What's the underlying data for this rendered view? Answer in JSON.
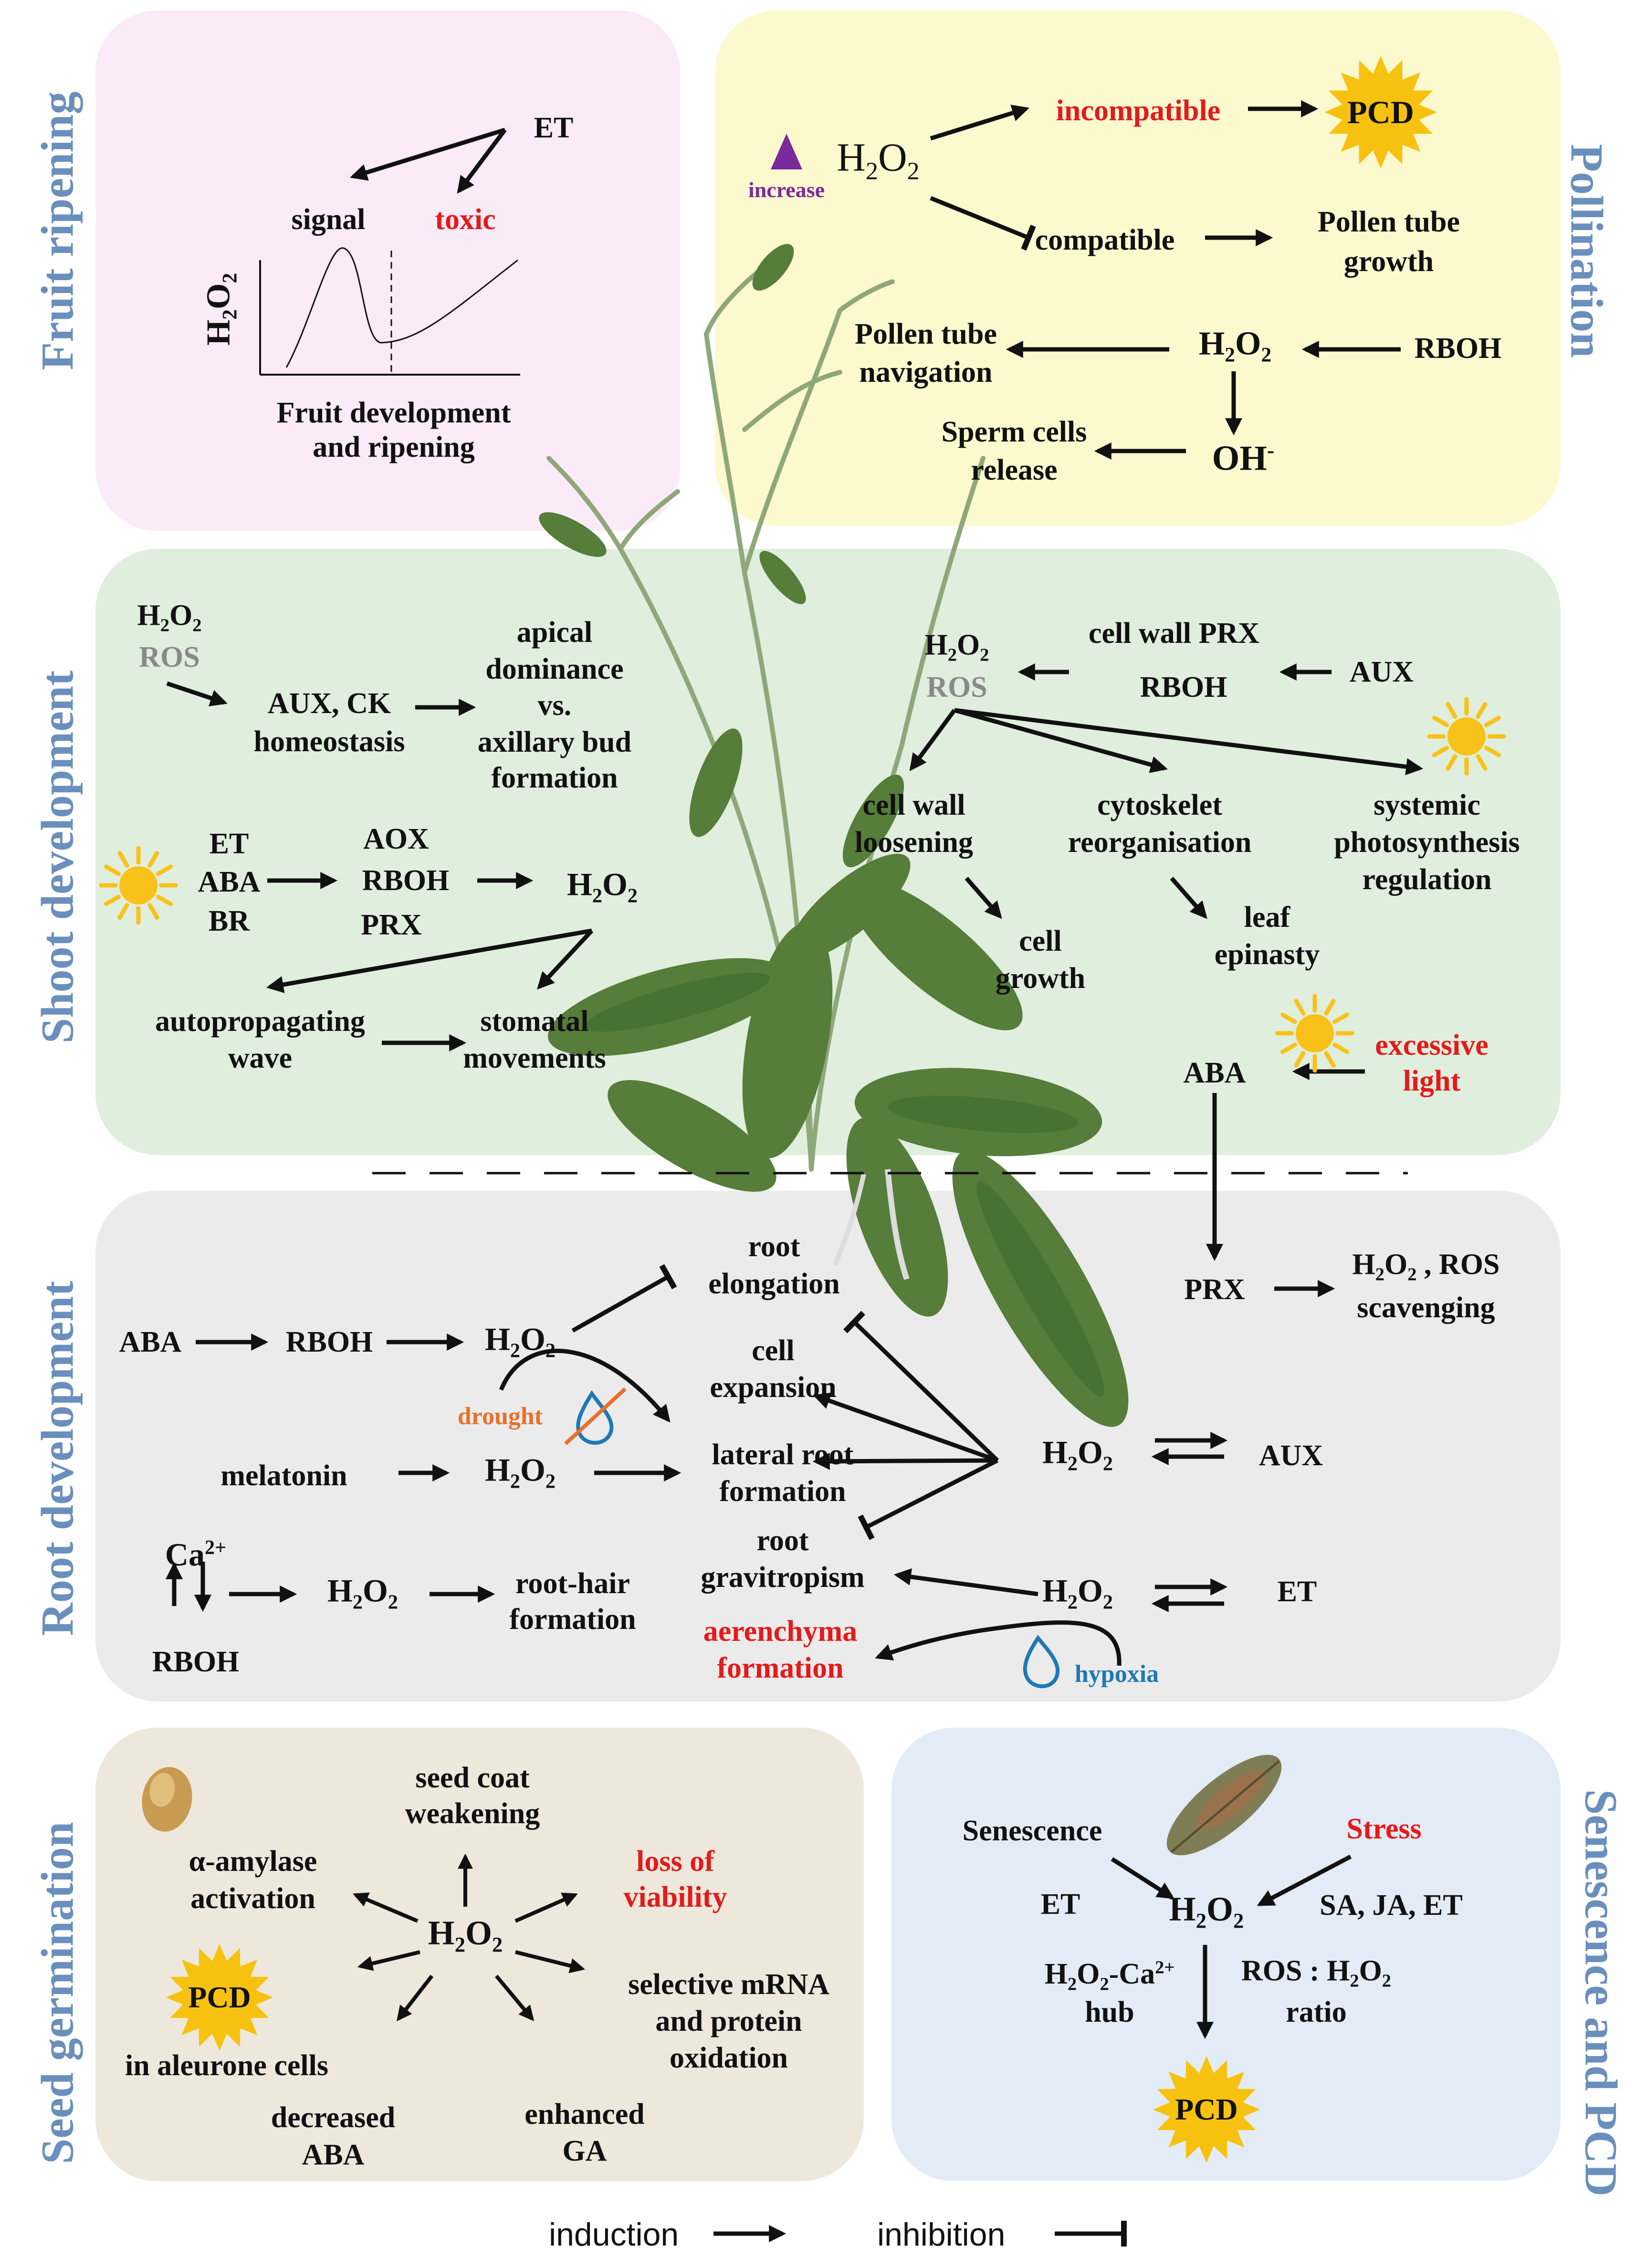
{
  "colors": {
    "fruit_bg": "#fbeaf7",
    "pollination_bg": "#fdf9cf",
    "shoot_bg": "#dfeedd",
    "root_bg": "#ebebeb",
    "seed_bg": "#eee8dc",
    "senescence_bg": "#e3ebf6",
    "red_text": "#e31b1b",
    "grey_text": "#8a8a8a",
    "side_title": "#6a8fbd",
    "sun": "#f9c21a",
    "pcd_burst": "#f7c20f"
  },
  "sections": {
    "fruit": "Fruit ripening",
    "pollination": "Pollination",
    "shoot": "Shoot development",
    "root": "Root development",
    "seed": "Seed germination",
    "senescence": "Senescence and PCD"
  },
  "fruit": {
    "et": "ET",
    "signal": "signal",
    "toxic": "toxic",
    "ylabel": "H2O2",
    "xlabel_1": "Fruit development",
    "xlabel_2": "and ripening"
  },
  "pollination": {
    "increase": "increase",
    "h2o2_top": "H2O2",
    "incompatible": "incompatible",
    "pcd": "PCD",
    "compatible": "compatible",
    "growth_1": "Pollen tube",
    "growth_2": "growth",
    "rboh": "RBOH",
    "h2o2_mid": "H2O2",
    "navigation_1": "Pollen tube",
    "navigation_2": "navigation",
    "oh": "OH-",
    "sperm_1": "Sperm cells",
    "sperm_2": "release"
  },
  "shoot": {
    "h2o2": "H2O2",
    "ros": "ROS",
    "aux_ck_1": "AUX, CK",
    "aux_ck_2": "homeostasis",
    "apical_1": "apical",
    "apical_2": "dominance",
    "apical_3": "vs.",
    "apical_4": "axillary bud",
    "apical_5": "formation",
    "et": "ET",
    "aba": "ABA",
    "br": "BR",
    "aox": "AOX",
    "rboh": "RBOH",
    "prx": "PRX",
    "h2o2_b": "H2O2",
    "wave_1": "autopropagating",
    "wave_2": "wave",
    "stomatal_1": "stomatal",
    "stomatal_2": "movements",
    "h2o2_r": "H2O2",
    "ros_r": "ROS",
    "cell_wall_prx": "cell wall PRX",
    "rboh_r": "RBOH",
    "aux_r": "AUX",
    "loosening_1": "cell wall",
    "loosening_2": "loosening",
    "cyto_1": "cytoskelet",
    "cyto_2": "reorganisation",
    "systemic_1": "systemic",
    "systemic_2": "photosynthesis",
    "systemic_3": "regulation",
    "growth_1": "cell",
    "growth_2": "growth",
    "epinasty_1": "leaf",
    "epinasty_2": "epinasty",
    "excessive_1": "excessive",
    "excessive_2": "light",
    "aba_r": "ABA"
  },
  "root": {
    "aba": "ABA",
    "rboh": "RBOH",
    "h2o2_1": "H2O2",
    "elong_1": "root",
    "elong_2": "elongation",
    "drought": "drought",
    "expansion_1": "cell",
    "expansion_2": "expansion",
    "melatonin": "melatonin",
    "h2o2_2": "H2O2",
    "lateral_1": "lateral root",
    "lateral_2": "formation",
    "h2o2_aux": "H2O2",
    "aux": "AUX",
    "ca": "Ca2+",
    "rboh_2": "RBOH",
    "h2o2_3": "H2O2",
    "hair_1": "root-hair",
    "hair_2": "formation",
    "grav_1": "root",
    "grav_2": "gravitropism",
    "h2o2_et": "H2O2",
    "et": "ET",
    "aeren_1": "aerenchyma",
    "aeren_2": "formation",
    "hypoxia": "hypoxia",
    "prx": "PRX",
    "scav_1": "H2O2 , ROS",
    "scav_2": "scavenging"
  },
  "seed": {
    "coat_1": "seed coat",
    "coat_2": "weakening",
    "amylase_1": "α-amylase",
    "amylase_2": "activation",
    "loss_1": "loss of",
    "loss_2": "viability",
    "h2o2": "H2O2",
    "pcd": "PCD",
    "aleurone": "in aleurone cells",
    "mrna_1": "selective mRNA",
    "mrna_2": "and protein",
    "mrna_3": "oxidation",
    "aba_1": "decreased",
    "aba_2": "ABA",
    "ga_1": "enhanced",
    "ga_2": "GA"
  },
  "senescence": {
    "senescence": "Senescence",
    "stress": "Stress",
    "et": "ET",
    "h2o2": "H2O2",
    "sa": "SA, JA, ET",
    "hub_1": "H2O2-Ca2+",
    "hub_2": "hub",
    "ratio_1": "ROS : H2O2",
    "ratio_2": "ratio",
    "pcd": "PCD"
  },
  "legend": {
    "induction": "induction",
    "inhibition": "inhibition"
  }
}
